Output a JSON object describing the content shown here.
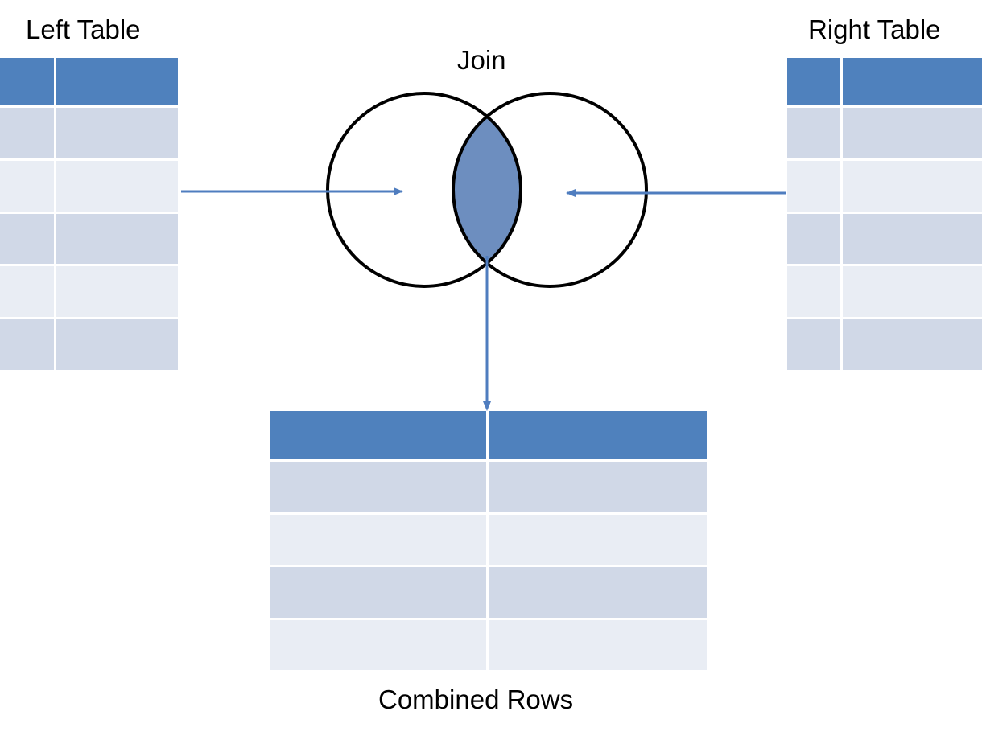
{
  "labels": {
    "left_table": "Left Table",
    "right_table": "Right Table",
    "join": "Join",
    "combined_rows": "Combined Rows"
  },
  "tables": {
    "left": {
      "columns": 2,
      "data_rows": 5
    },
    "right": {
      "columns": 2,
      "data_rows": 5
    },
    "combined": {
      "columns": 2,
      "data_rows": 4
    }
  },
  "colors": {
    "header": "#4f81bd",
    "row_dark": "#d0d8e7",
    "row_light": "#e9edf4",
    "intersection": "#6d8ebf",
    "arrow": "#4f7dbf",
    "circle_stroke": "#000000"
  }
}
